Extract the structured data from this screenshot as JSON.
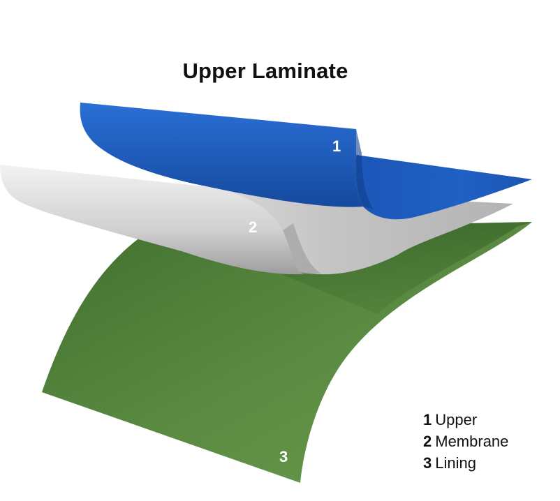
{
  "diagram": {
    "title": "Upper Laminate",
    "layers": [
      {
        "number": "1",
        "label": "Upper",
        "color": "#1d5cc0"
      },
      {
        "number": "2",
        "label": "Membrane",
        "color": "#c9c9c9"
      },
      {
        "number": "3",
        "label": "Lining",
        "color": "#5b8b43"
      }
    ]
  }
}
